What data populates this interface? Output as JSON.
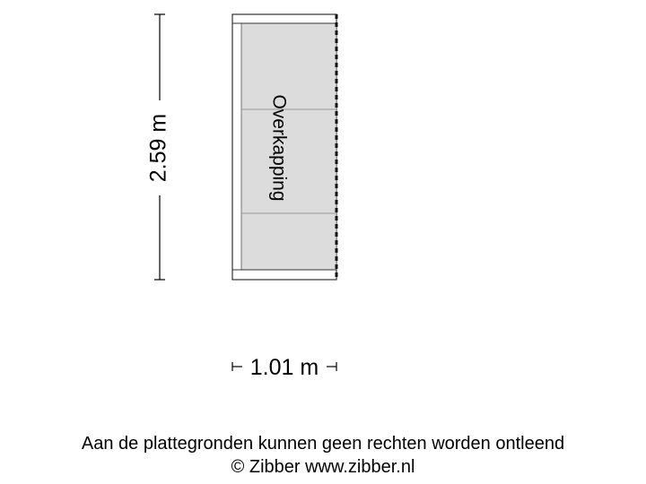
{
  "floorplan": {
    "room_label": "Overkapping",
    "height_dimension": "2.59 m",
    "width_dimension": "1.01 m"
  },
  "footer": {
    "disclaimer": "Aan de plattegronden kunnen geen rechten worden ontleend",
    "copyright": "© Zibber www.zibber.nl"
  },
  "colors": {
    "room_fill": "#dcdcdc",
    "wall_stroke": "#333333"
  }
}
